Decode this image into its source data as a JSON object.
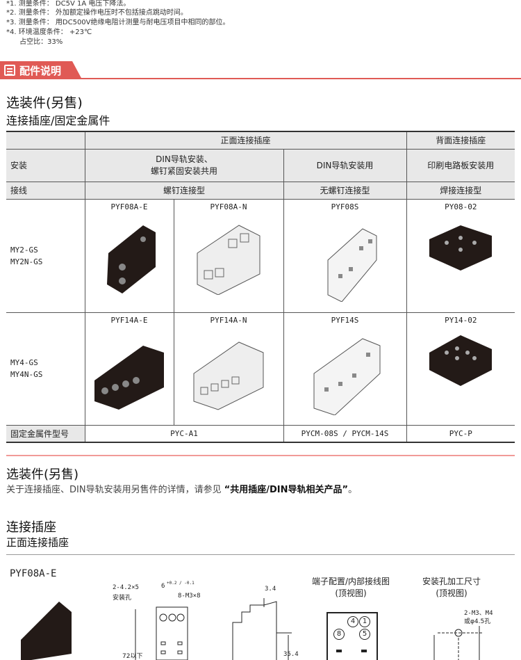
{
  "notes": [
    "*1.  测量条件： DC5V 1A 电压下降法。",
    "*2.  测量条件： 外加额定操作电压时不包括接点跳动时间。",
    "*3.  测量条件： 用DC500V绝缘电阻计测量与耐电压项目中相同的部位。",
    "*4.  环境温度条件： +23℃",
    "      占空比：33%"
  ],
  "banner": {
    "title": "配件说明",
    "icon": "document-icon",
    "color": "#e05a55"
  },
  "section1": {
    "title": "选装件(另售)",
    "subtitle": "连接插座/固定金属件"
  },
  "table": {
    "header": {
      "front": "正面连接插座",
      "back": "背面连接插座"
    },
    "mount": {
      "label": "安装",
      "c1": "DIN导轨安装、\n螺钉紧固安装共用",
      "c2": "DIN导轨安装用",
      "c3": "印刷电路板安装用"
    },
    "wiring": {
      "label": "接线",
      "c1": "螺钉连接型",
      "c2": "无螺钉连接型",
      "c3": "焊接连接型"
    },
    "rows": [
      {
        "label": "MY2-GS\nMY2N-GS",
        "products": [
          "PYF08A-E",
          "PYF08A-N",
          "PYF08S",
          "PY08-02"
        ]
      },
      {
        "label": "MY4-GS\nMY4N-GS",
        "products": [
          "PYF14A-E",
          "PYF14A-N",
          "PYF14S",
          "PY14-02"
        ]
      }
    ],
    "fixture": {
      "label": "固定金属件型号",
      "c1": "PYC-A1",
      "c2": "PYCM-08S / PYCM-14S",
      "c3": "PYC-P"
    }
  },
  "section2": {
    "title": "选装件(另售)",
    "text_prefix": "关于连接插座、DIN导轨安装用另售件的详情，请参见",
    "text_link": "“共用插座/DIN导轨相关产品”",
    "text_suffix": "。"
  },
  "section3": {
    "title": "连接插座",
    "subtitle": "正面连接插座"
  },
  "drawing": {
    "model": "PYF08A-E",
    "dim_hole": "2-4.2×5",
    "dim_hole_label": "安装孔",
    "dim_6": "6",
    "dim_6_tol": "+0.2 / -0.1",
    "dim_screw": "8-M3×8",
    "dim_72": "72以下",
    "dim_34": "3.4",
    "dim_354": "35.4",
    "terminal_title": "端子配置/内部接线图",
    "terminal_sub": "(顶视图)",
    "terminals": [
      "4",
      "1",
      "8",
      "5"
    ],
    "mount_title": "安装孔加工尺寸",
    "mount_sub": "(顶视图)",
    "mount_note1": "2-M3、M4",
    "mount_note2": "或φ4.5孔"
  }
}
